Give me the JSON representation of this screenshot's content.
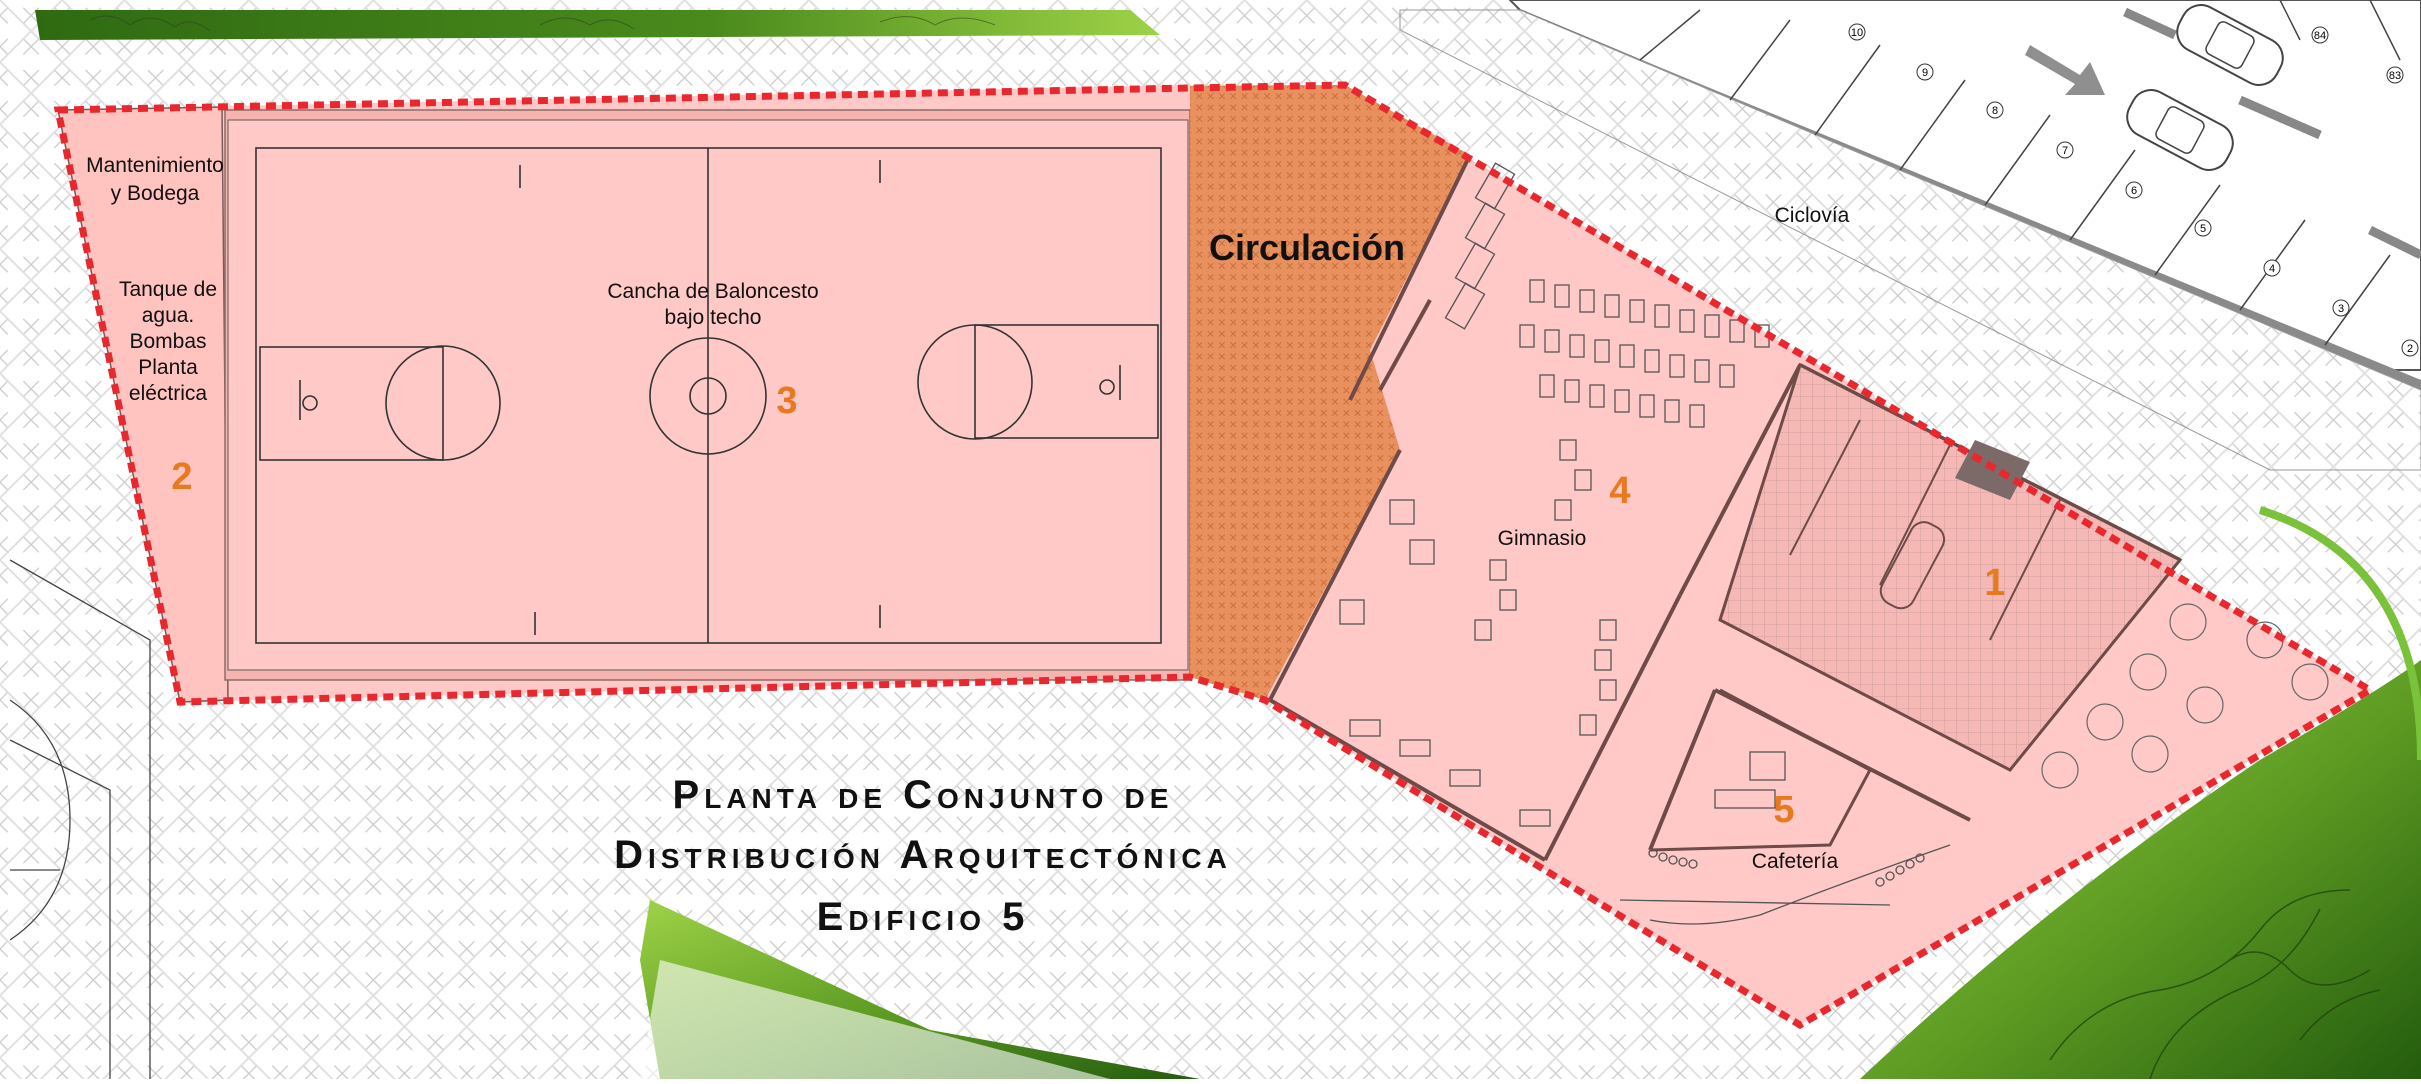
{
  "title": {
    "line1": "Planta de Conjunto de",
    "line2": "Distribución Arquitectónica",
    "line3": "Edificio 5"
  },
  "zones": {
    "circulation": "Circulación",
    "maintenance": [
      "Mantenimiento",
      "y Bodega"
    ],
    "tank": [
      "Tanque de",
      "agua.",
      "Bombas",
      "Planta",
      "eléctrica"
    ],
    "court": [
      "Cancha de Baloncesto",
      "bajo techo"
    ],
    "gym": "Gimnasio",
    "cafe": "Cafetería",
    "bike": "Ciclovía"
  },
  "zone_numbers": {
    "one": "1",
    "two": "2",
    "three": "3",
    "four": "4",
    "five": "5"
  },
  "parking_numbers": [
    "10",
    "9",
    "8",
    "7",
    "6",
    "5",
    "4",
    "3",
    "2",
    "84",
    "83"
  ],
  "colors": {
    "zone_fill": "#ffc9c7",
    "circulation_fill": "#e9905f",
    "boundary": "#e8282e",
    "zone_number": "#e8791e",
    "grass_dark": "#2f6a12",
    "grass_light": "#9ed247"
  }
}
